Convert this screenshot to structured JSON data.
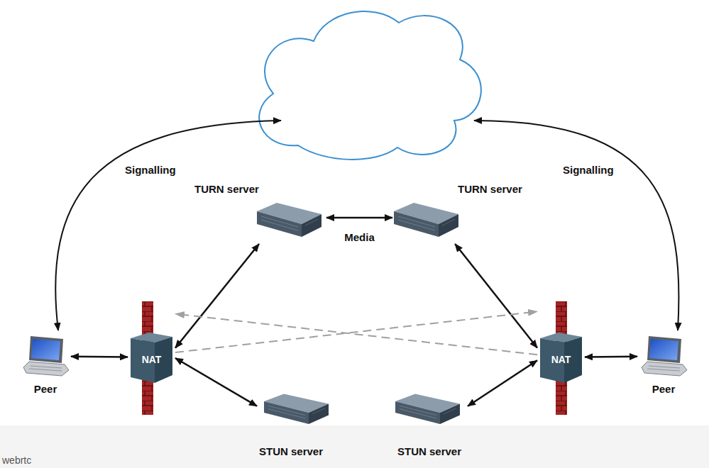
{
  "diagram": {
    "nodes": [
      {
        "text": [
          "TURN server"
        ]
      },
      {
        "text": [
          "TURN server"
        ]
      },
      {
        "text": [
          "Peer"
        ]
      },
      {
        "text": [
          "NAT"
        ]
      },
      {
        "text": [
          "NAT"
        ]
      },
      {
        "text": [
          "Peer"
        ]
      },
      {
        "text": [
          "STUN server"
        ]
      },
      {
        "text": [
          "STUN server"
        ]
      }
    ],
    "edges": [
      {
        "from": 0,
        "to": 1,
        "arrow": "both",
        "label": "Media"
      },
      {
        "from": 2,
        "to": 3,
        "arrow": "both"
      },
      {
        "from": 3,
        "to": 0,
        "arrow": "both"
      },
      {
        "from": 3,
        "to": 6,
        "arrow": "both"
      },
      {
        "from": 4,
        "to": 1,
        "arrow": "both"
      },
      {
        "from": 4,
        "to": 7,
        "arrow": "both"
      },
      {
        "from": 4,
        "to": 5,
        "arrow": "both"
      },
      {
        "from": 3,
        "to": 4,
        "arrow": "to"
      },
      {
        "from": 4,
        "to": 3,
        "arrow": "to"
      }
    ],
    "labels": [
      "Signalling",
      "Signalling",
      "webrtc"
    ]
  }
}
